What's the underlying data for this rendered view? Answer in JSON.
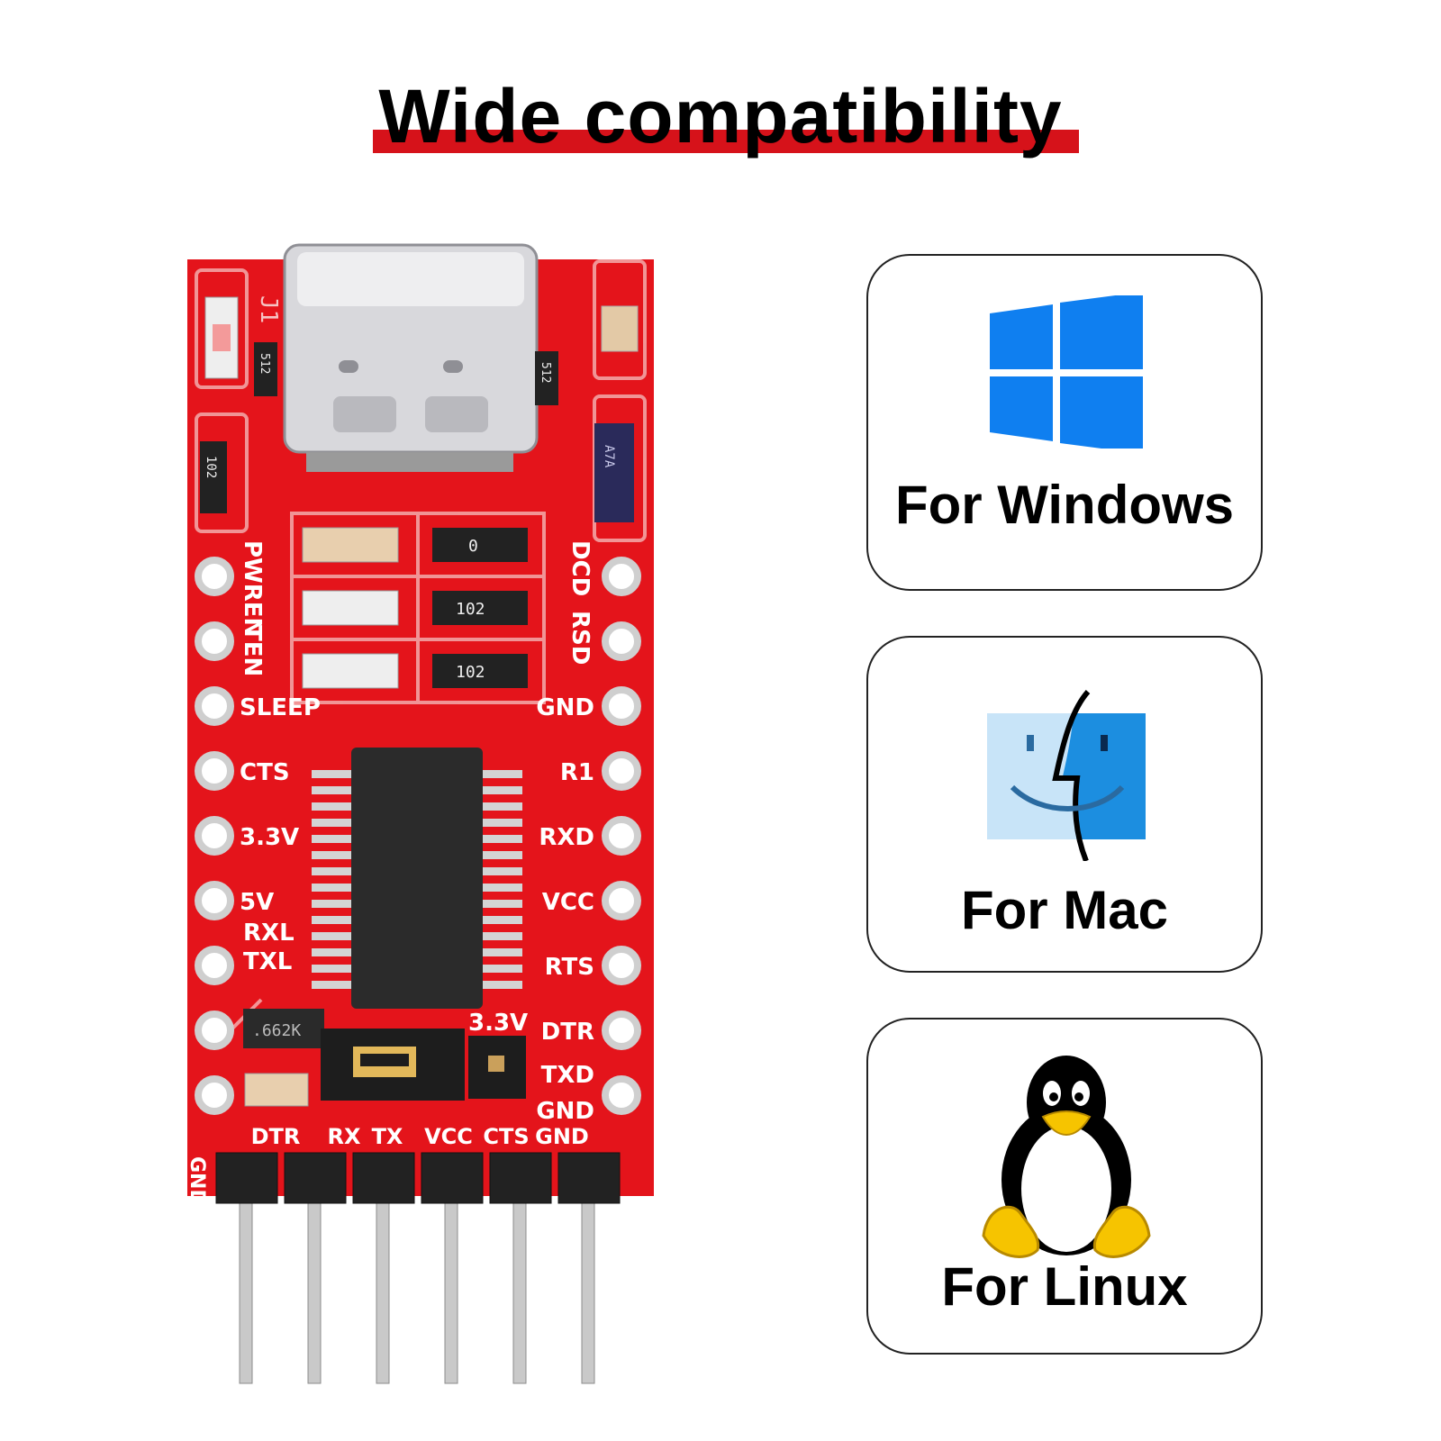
{
  "headline": {
    "text": "Wide compatibility",
    "underline_color": "#d6121a"
  },
  "board": {
    "type_c_label": "J1",
    "resistors": [
      "512",
      "512",
      "102",
      "102",
      "102",
      "0",
      "A7A"
    ],
    "left_pins": [
      "PWREN",
      "TEN",
      "SLEEP",
      "CTS",
      "3.3V",
      "5V",
      "RXL",
      "TXL"
    ],
    "right_pins": [
      "DCD",
      "RSD",
      "GND",
      "R1",
      "RXD",
      "VCC",
      "RTS",
      "DTR",
      "TXD",
      "GND"
    ],
    "jumper_label": "3.3V",
    "transistor_label": ".662K",
    "bottom_pins": [
      "DTR",
      "RX",
      "TX",
      "VCC",
      "CTS",
      "GND"
    ],
    "bottom_left_label": "GND",
    "pcb_color": "#e4141b"
  },
  "cards": [
    {
      "name": "windows",
      "label": "For Windows",
      "icon": "windows-logo-icon",
      "color": "#0f7ff0"
    },
    {
      "name": "mac",
      "label": "For Mac",
      "icon": "mac-finder-icon",
      "color": "#1c8ee0"
    },
    {
      "name": "linux",
      "label": "For Linux",
      "icon": "tux-penguin-icon",
      "color": "#f6c400"
    }
  ]
}
